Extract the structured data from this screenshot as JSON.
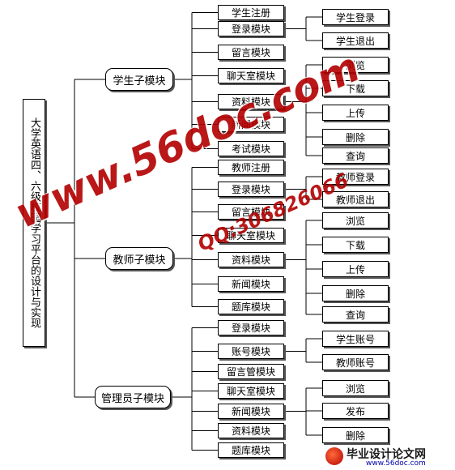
{
  "root": {
    "label": "大学英语四、六级校园学习平台的设计与实现"
  },
  "modules": [
    {
      "label": "学生子模块",
      "items": [
        {
          "label": "学生注册",
          "children": []
        },
        {
          "label": "登录模块",
          "children": [
            "学生登录",
            "学生退出"
          ]
        },
        {
          "label": "留言模块",
          "children": []
        },
        {
          "label": "聊天室模块",
          "children": []
        },
        {
          "label": "资料模块",
          "children": [
            "浏览",
            "下载",
            "上传",
            "删除",
            "查询"
          ]
        },
        {
          "label": "新闻模块",
          "children": []
        },
        {
          "label": "考试模块",
          "children": []
        }
      ]
    },
    {
      "label": "教师子模块",
      "items": [
        {
          "label": "教师注册",
          "children": []
        },
        {
          "label": "登录模块",
          "children": [
            "教师登录",
            "教师退出"
          ]
        },
        {
          "label": "留言模块",
          "children": []
        },
        {
          "label": "聊天室模块",
          "children": []
        },
        {
          "label": "资料模块",
          "children": [
            "浏览",
            "下载",
            "上传",
            "删除",
            "查询"
          ]
        },
        {
          "label": "新闻模块",
          "children": []
        },
        {
          "label": "题库模块",
          "children": []
        }
      ]
    },
    {
      "label": "管理员子模块",
      "items": [
        {
          "label": "登录模块",
          "children": []
        },
        {
          "label": "账号模块",
          "children": [
            "学生账号",
            "教师账号"
          ]
        },
        {
          "label": "留言管模块",
          "children": []
        },
        {
          "label": "聊天室模块",
          "children": []
        },
        {
          "label": "新闻模块",
          "children": [
            "浏览",
            "发布",
            "删除"
          ]
        },
        {
          "label": "资料模块",
          "children": []
        },
        {
          "label": "题库模块",
          "children": []
        }
      ]
    }
  ],
  "watermarks": {
    "site": "www.56doc.com",
    "qq": "QQ:306826066"
  },
  "footer": {
    "title": "毕业设计论文网",
    "url": "www.56doc.com"
  }
}
